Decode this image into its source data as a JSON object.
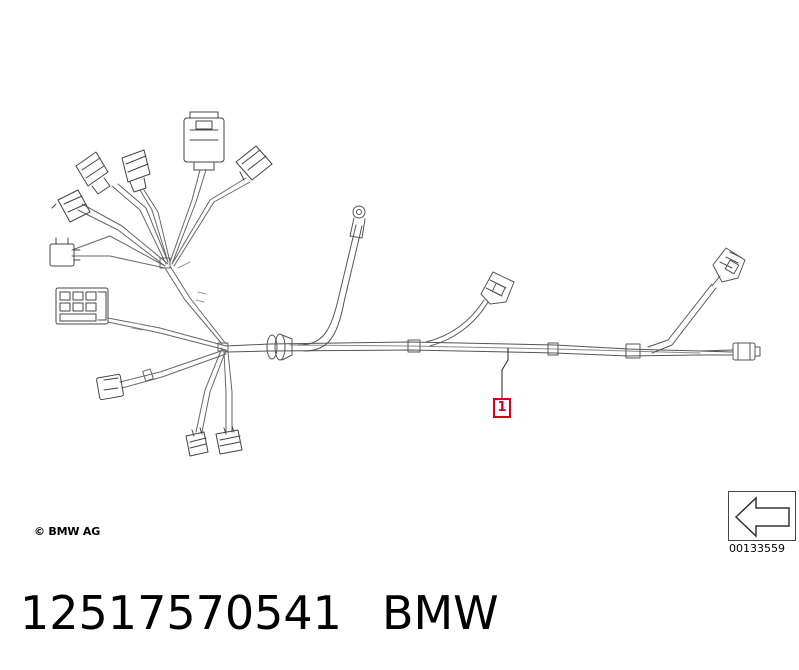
{
  "diagram": {
    "callout_number": "1",
    "copyright": "© BMW AG",
    "image_id": "00133559"
  },
  "footer": {
    "part_number": "12517570541",
    "brand": "BMW"
  }
}
